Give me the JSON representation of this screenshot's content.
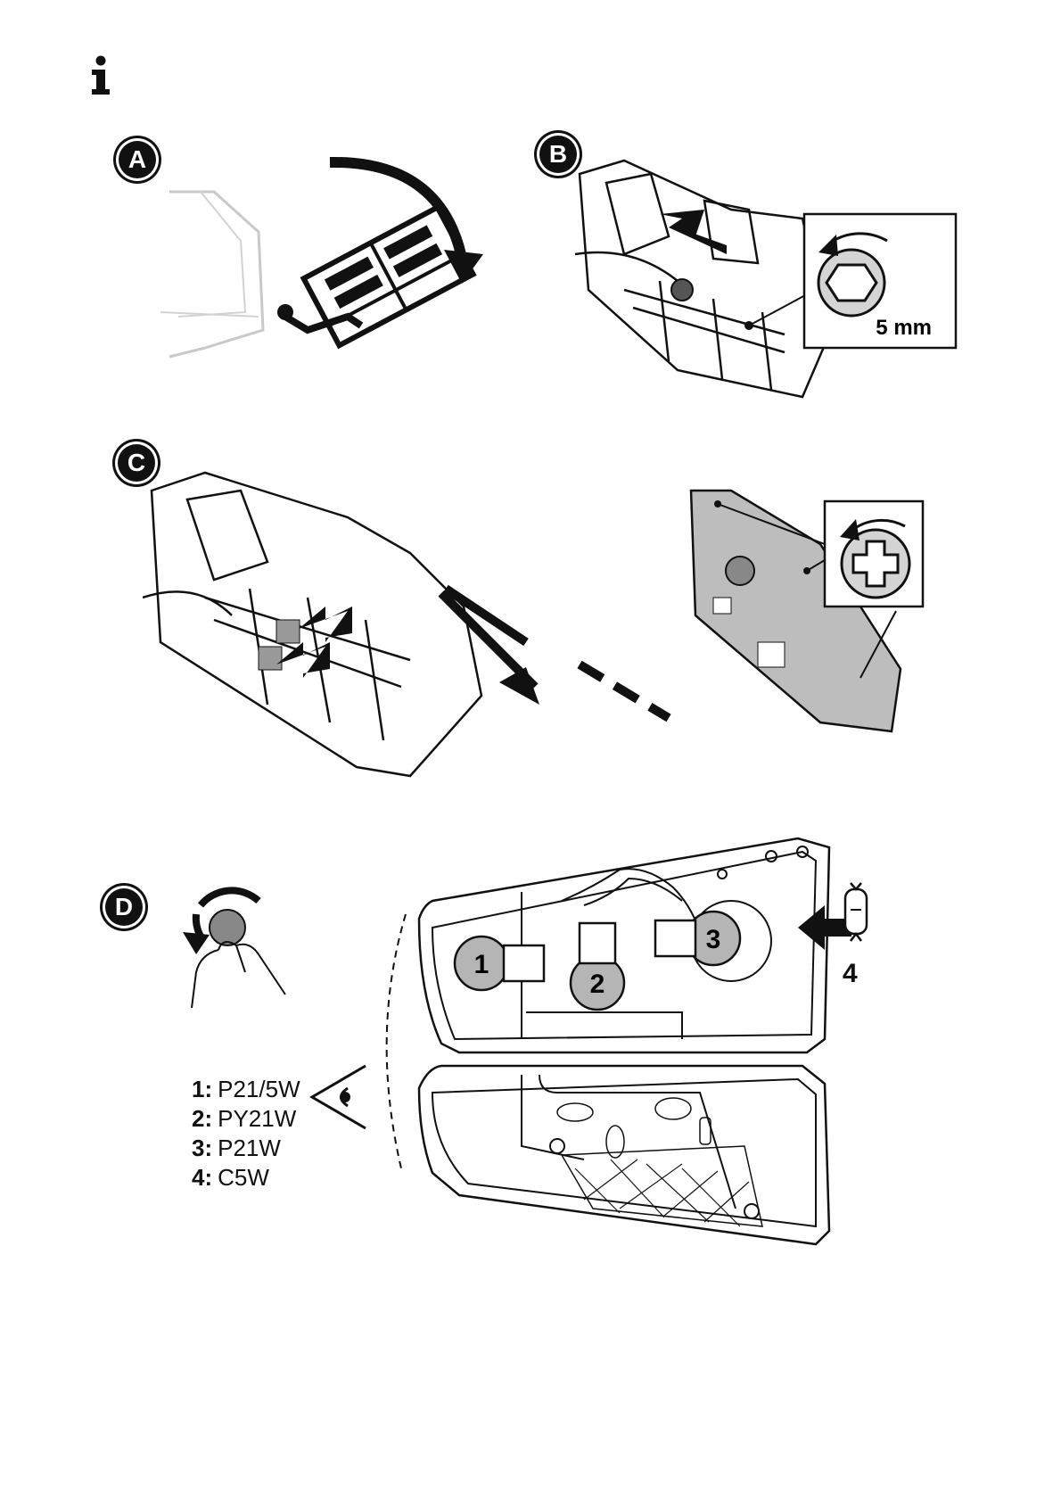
{
  "steps": {
    "a": {
      "letter": "A"
    },
    "b": {
      "letter": "B",
      "tool_size": "5 mm"
    },
    "c": {
      "letter": "C"
    },
    "d": {
      "letter": "D",
      "num1": "1",
      "num2": "2",
      "num3": "3",
      "num4": "4"
    }
  },
  "legend": [
    {
      "num": "1:",
      "bulb": "P21/5W"
    },
    {
      "num": "2:",
      "bulb": "PY21W"
    },
    {
      "num": "3:",
      "bulb": "P21W"
    },
    {
      "num": "4:",
      "bulb": "C5W"
    }
  ]
}
